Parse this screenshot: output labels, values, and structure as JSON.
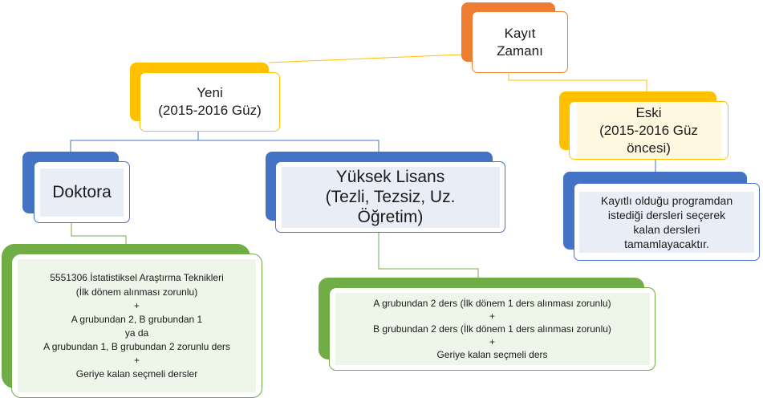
{
  "colors": {
    "orange": "#ED7D31",
    "gold": "#FFC000",
    "blue": "#4472C4",
    "green": "#70AD47"
  },
  "root": {
    "lines": [
      "Kayıt",
      "Zamanı"
    ]
  },
  "yeni": {
    "lines": [
      "Yeni",
      "(2015-2016 Güz)"
    ]
  },
  "eski": {
    "lines": [
      "Eski",
      "(2015-2016 Güz",
      "öncesi)"
    ]
  },
  "doktora": {
    "lines": [
      "Doktora"
    ]
  },
  "yuksek_lisans": {
    "lines": [
      "Yüksek Lisans",
      "(Tezli, Tezsiz, Uz.",
      "Öğretim)"
    ]
  },
  "eski_detail": {
    "lines": [
      "Kayıtlı olduğu programdan",
      "istediği dersleri seçerek",
      "kalan dersleri",
      "tamamlayacaktır."
    ]
  },
  "doktora_detail": {
    "lines": [
      "5551306 İstatistiksel Araştırma Teknikleri",
      "(İlk dönem alınması zorunlu)",
      "+",
      "A grubundan 2, B grubundan 1",
      "ya da",
      "A grubundan 1, B grubundan 2 zorunlu ders",
      "+",
      "Geriye kalan seçmeli dersler"
    ]
  },
  "yl_detail": {
    "lines": [
      "A grubundan 2 ders (İlk dönem 1 ders alınması zorunlu)",
      "+",
      "B grubundan 2 ders (İlk dönem 1 ders alınması zorunlu)",
      "+",
      "Geriye kalan seçmeli ders"
    ]
  }
}
